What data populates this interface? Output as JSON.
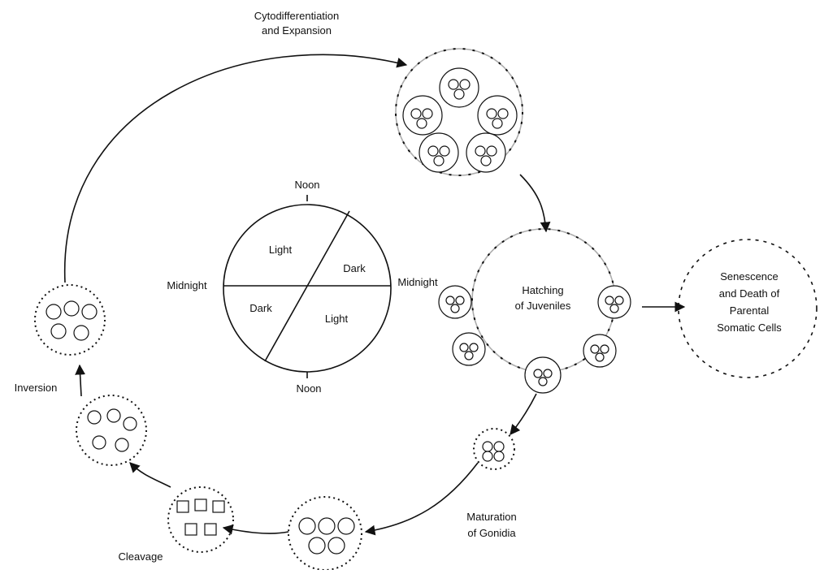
{
  "diagram": {
    "type": "life-cycle diagram",
    "ink_color": "#111111",
    "background": "#ffffff",
    "stages": {
      "cytodifferentiation": [
        "Cytodifferentiation",
        "and Expansion"
      ],
      "hatching": [
        "Hatching",
        "of Juveniles"
      ],
      "senescence": [
        "Senescence",
        "and Death of",
        "Parental",
        "Somatic Cells"
      ],
      "maturation": [
        "Maturation",
        "of Gonidia"
      ],
      "cleavage": "Cleavage",
      "inversion": "Inversion"
    },
    "clock": {
      "noon_top": "Noon",
      "noon_bottom": "Noon",
      "midnight_left": "Midnight",
      "midnight_right": "Midnight",
      "light_top": "Light",
      "dark_right": "Dark",
      "dark_left": "Dark",
      "light_bottom": "Light"
    }
  }
}
